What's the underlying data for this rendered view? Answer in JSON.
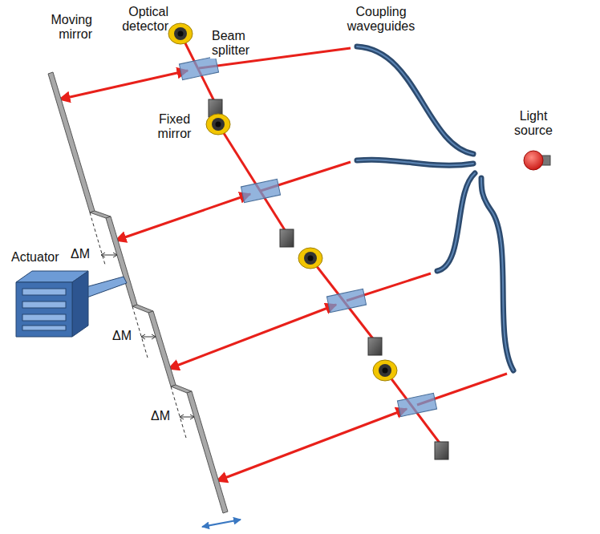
{
  "diagram": {
    "labels": [
      "Optical detector",
      "Coupling waveguides",
      "Moving mirror",
      "Beam splitter",
      "Fixed mirror",
      "Light source",
      "ΔM",
      "Actuator",
      "ΔM",
      "ΔM"
    ]
  }
}
